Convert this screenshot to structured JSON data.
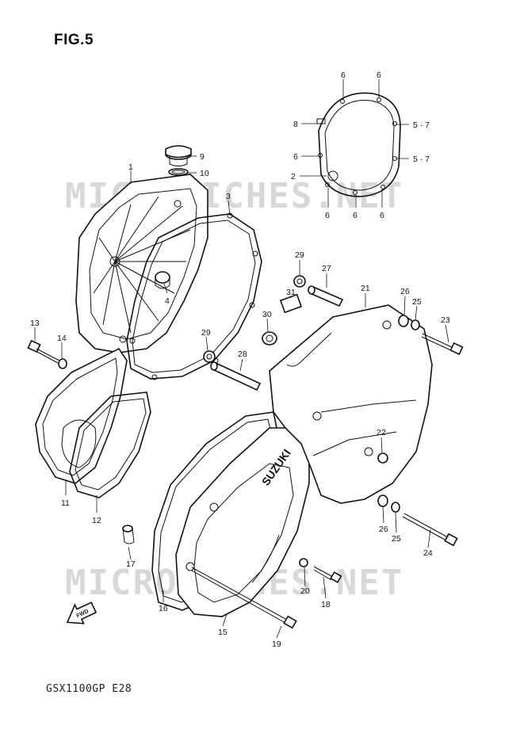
{
  "figure_title": "FIG.5",
  "model_code": "GSX1100GP  E28",
  "watermark": "MICROFICHES.NET",
  "fwd_arrow": "FWD",
  "brand_mark": "SUZUKI",
  "callouts": [
    "1",
    "2",
    "3",
    "4",
    "5 · 7",
    "5 · 7",
    "6",
    "6",
    "6",
    "6",
    "6",
    "6",
    "8",
    "9",
    "10",
    "11",
    "12",
    "13",
    "14",
    "15",
    "16",
    "17",
    "18",
    "19",
    "20",
    "21",
    "22",
    "23",
    "24",
    "25",
    "25",
    "26",
    "26",
    "27",
    "28",
    "29",
    "29",
    "30",
    "31"
  ]
}
